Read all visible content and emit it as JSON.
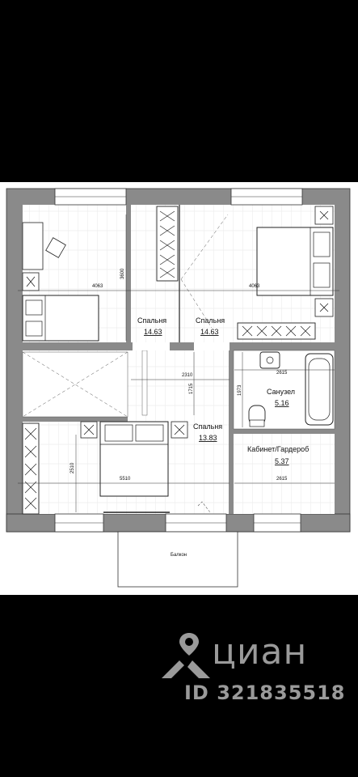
{
  "plan": {
    "rooms": [
      {
        "name": "Спальня",
        "area": "14.63"
      },
      {
        "name": "Спальня",
        "area": "14.63"
      },
      {
        "name": "Санузел",
        "area": "5.16"
      },
      {
        "name": "Спальня",
        "area": "13.83"
      },
      {
        "name": "Кабинет/Гардероб",
        "area": "5.37"
      }
    ],
    "dimensions": {
      "d_4063_left": "4063",
      "d_4063_right": "4063",
      "d_3600": "3600",
      "d_2310": "2310",
      "d_1715": "1715",
      "d_2615_top": "2615",
      "d_1973": "1973",
      "d_2510": "2510",
      "d_5510": "5510",
      "d_2615_bottom": "2615"
    },
    "balcony_label": "Балкон"
  },
  "watermark": {
    "brand": "циан",
    "id_text": "ID 321835518",
    "icon": "location-pin-icon"
  },
  "colors": {
    "wall": "#8a8a8a",
    "background": "#000000",
    "watermark": "#9a9a9a"
  }
}
